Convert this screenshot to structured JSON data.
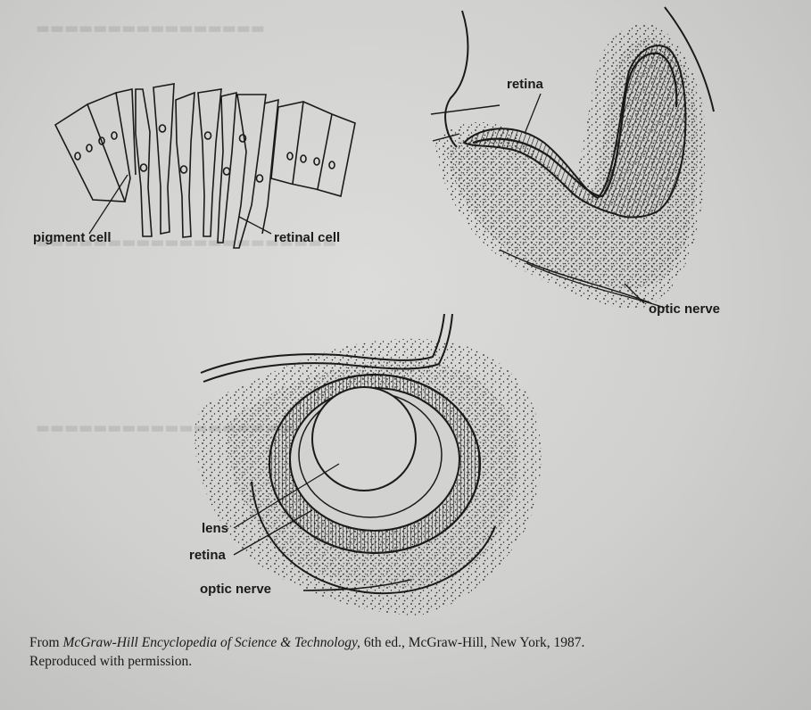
{
  "labels": {
    "pigment_cell": "pigment cell",
    "retinal_cell": "retinal cell",
    "retina_top": "retina",
    "optic_nerve_top": "optic nerve",
    "lens": "lens",
    "retina_bottom": "retina",
    "optic_nerve_bottom": "optic nerve"
  },
  "caption": {
    "prefix": "From ",
    "source_title": "McGraw-Hill Encyclopedia of Science & Technology,",
    "details": " 6th ed., McGraw-Hill, New York, 1987.",
    "line2": "Reproduced with permission."
  },
  "colors": {
    "paper": "#d4d4d2",
    "ink": "#1a1a1a"
  }
}
